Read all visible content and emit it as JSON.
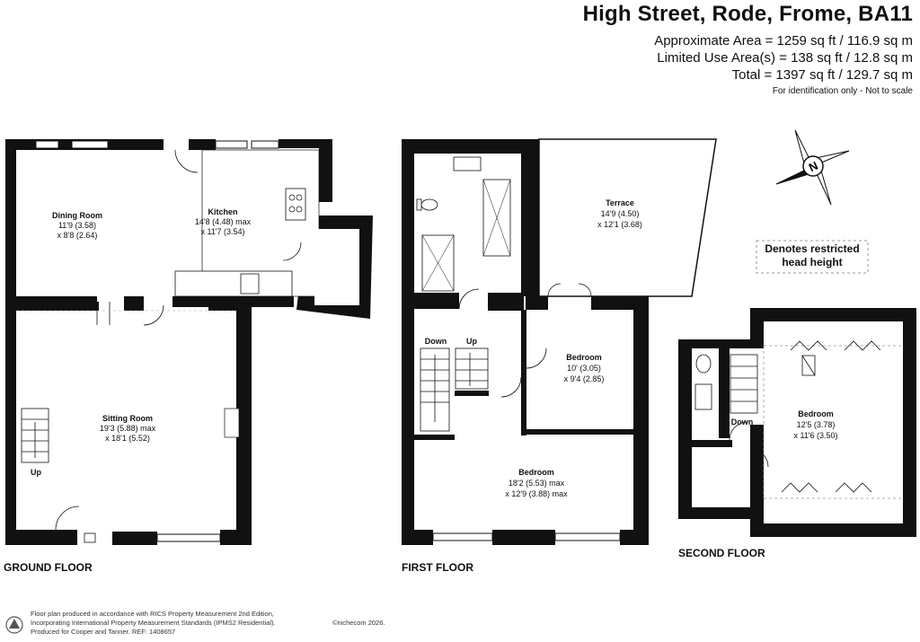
{
  "header": {
    "title": "High Street, Rode, Frome, BA11",
    "approx_area": "Approximate Area = 1259 sq ft / 116.9 sq m",
    "limited_area": "Limited Use Area(s) = 138 sq ft / 12.8 sq m",
    "total": "Total = 1397 sq ft / 129.7 sq m",
    "note": "For identification only - Not to scale"
  },
  "compass": {
    "letter": "N"
  },
  "legend": {
    "line1": "Denotes restricted",
    "line2": "head height"
  },
  "ground_floor": {
    "label": "GROUND FLOOR",
    "dining": {
      "name": "Dining Room",
      "l1": "11'9 (3.58)",
      "l2": "x 8'8 (2.64)"
    },
    "kitchen": {
      "name": "Kitchen",
      "l1": "14'8 (4.48) max",
      "l2": "x 11'7 (3.54)"
    },
    "sitting": {
      "name": "Sitting Room",
      "l1": "19'3 (5.88) max",
      "l2": "x 18'1 (5.52)"
    },
    "stairs": "Up"
  },
  "first_floor": {
    "label": "FIRST FLOOR",
    "terrace": {
      "name": "Terrace",
      "l1": "14'9 (4.50)",
      "l2": "x 12'1 (3.68)"
    },
    "bedroom_small": {
      "name": "Bedroom",
      "l1": "10' (3.05)",
      "l2": "x 9'4 (2.85)"
    },
    "bedroom_large": {
      "name": "Bedroom",
      "l1": "18'2 (5.53) max",
      "l2": "x 12'9 (3.88) max"
    },
    "down": "Down",
    "up": "Up"
  },
  "second_floor": {
    "label": "SECOND FLOOR",
    "bedroom": {
      "name": "Bedroom",
      "l1": "12'5 (3.78)",
      "l2": "x 11'6 (3.50)"
    },
    "down": "Down"
  },
  "footer": {
    "line1": "Floor plan produced in accordance with RICS Property Measurement 2nd Edition,",
    "line2": "Incorporating International Property Measurement Standards (IPMS2 Residential).",
    "copyright": "©nichecom 2026.",
    "line3": "Produced for Cooper and Tanner.   REF: 1408657"
  }
}
